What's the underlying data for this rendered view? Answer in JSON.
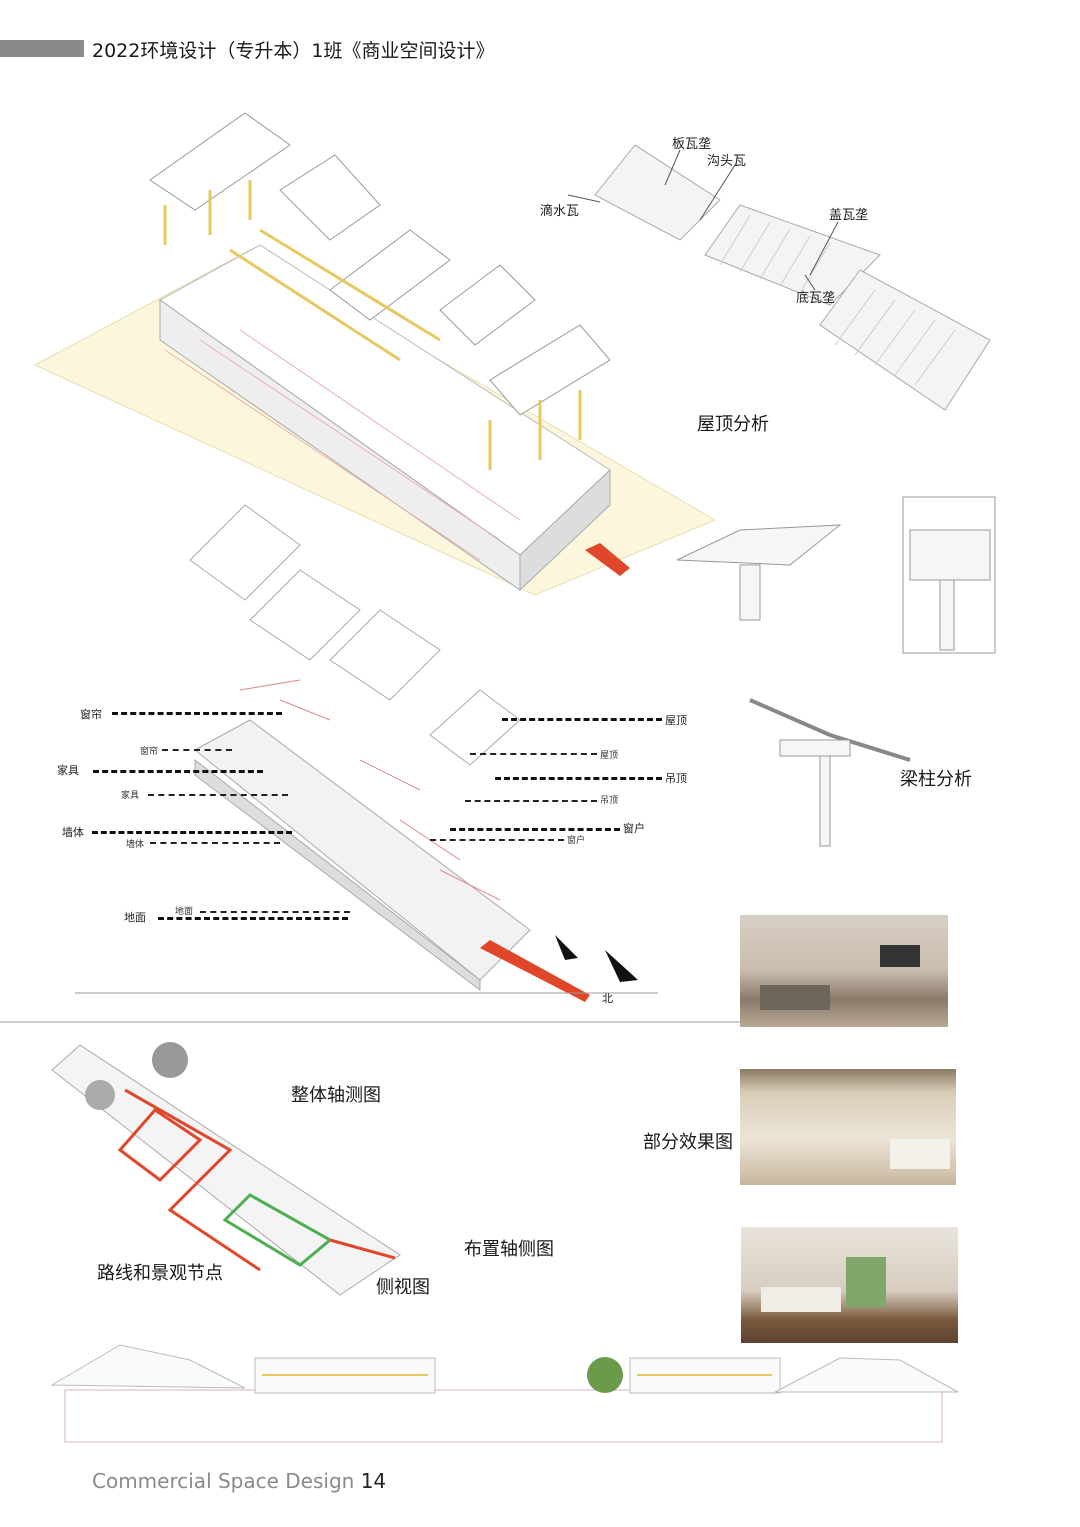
{
  "header": {
    "title": "2022环境设计（专升本）1班《商业空间设计》"
  },
  "roof_analysis": {
    "title": "屋顶分析",
    "labels": [
      "板瓦垄",
      "沟头瓦",
      "滴水瓦",
      "盖瓦垄",
      "底瓦垄"
    ]
  },
  "beam_analysis": {
    "title": "梁柱分析"
  },
  "exploded": {
    "left_labels": [
      {
        "big": "窗帘",
        "small": "窗帘"
      },
      {
        "big": "家具",
        "small": "家具"
      },
      {
        "big": "墙体",
        "small": "墙体"
      },
      {
        "big": "地面",
        "small": "地面"
      }
    ],
    "right_labels": [
      {
        "big": "屋顶",
        "small": "屋顶"
      },
      {
        "big": "吊顶",
        "small": "吊顶"
      },
      {
        "big": "窗户",
        "small": "窗户"
      }
    ],
    "north": "北"
  },
  "captions": {
    "overall": "整体轴测图",
    "renderings": "部分效果图",
    "layout": "布置轴侧图",
    "route": "路线和景观节点",
    "side": "侧视图"
  },
  "footer": {
    "text": "Commercial Space Design",
    "page": "14"
  },
  "colors": {
    "floor": "#fbf6dc",
    "frame": "#e8c860",
    "red": "#e0472a",
    "route_green": "#4caf50"
  }
}
